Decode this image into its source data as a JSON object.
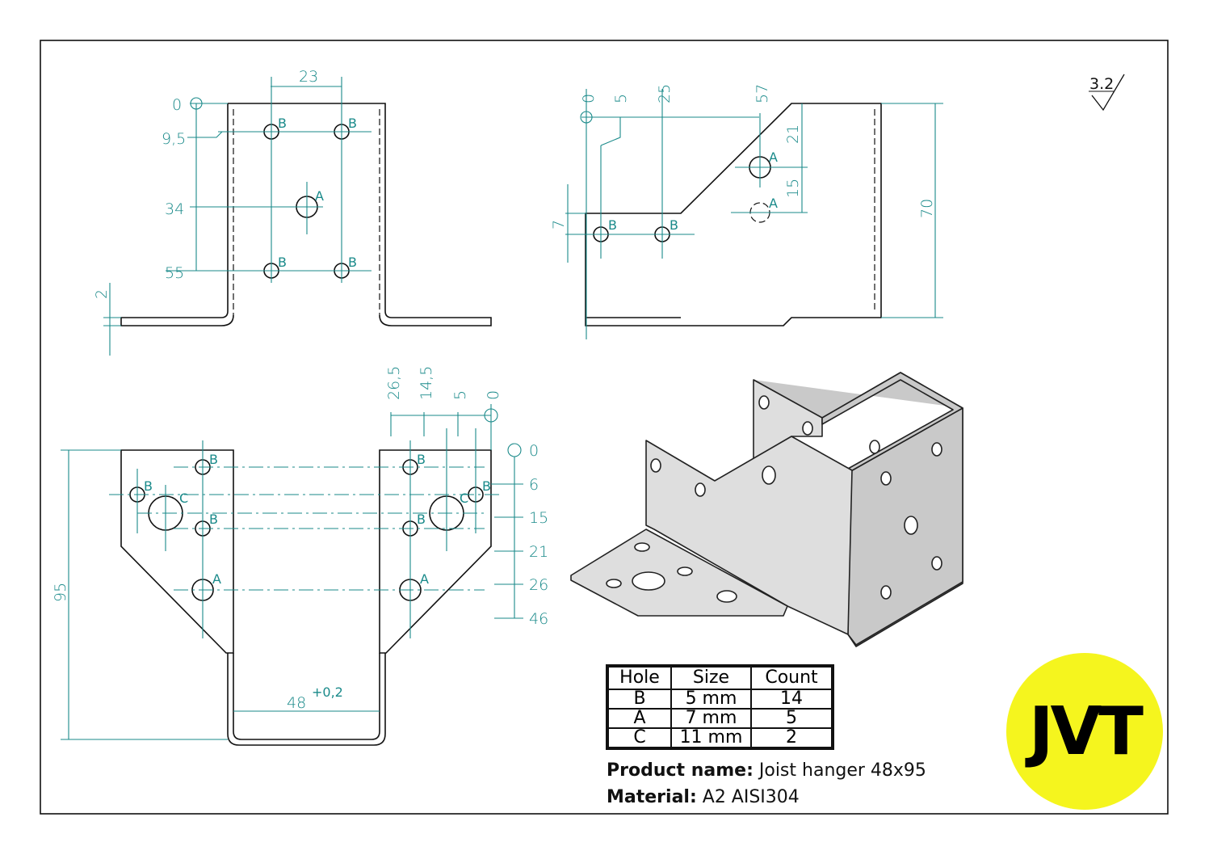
{
  "colors": {
    "dimension": "#1a8a8a",
    "logo_bg": "#f5f51e",
    "outline": "#111111",
    "part_fill": "#c9c9c9"
  },
  "surface_finish": "3.2",
  "front_view": {
    "dim_width": "23",
    "vertical_dims": [
      "0",
      "9,5",
      "34",
      "55"
    ],
    "thickness": "2",
    "holes": [
      "B",
      "B",
      "A",
      "B",
      "B"
    ]
  },
  "side_view": {
    "top_dims": [
      "0",
      "5",
      "25",
      "57"
    ],
    "right_dims": [
      "21",
      "15"
    ],
    "height": "70",
    "left_dim": "7",
    "holes": [
      "B",
      "B",
      "A",
      "A"
    ]
  },
  "flat_view": {
    "top_dims": [
      "26,5",
      "14,5",
      "5",
      "0"
    ],
    "right_dims": [
      "0",
      "6",
      "15",
      "21",
      "26",
      "46"
    ],
    "height": "95",
    "width": "48",
    "width_tolerance": "+0,2",
    "holes_left": [
      "B",
      "B",
      "C",
      "B",
      "A"
    ],
    "holes_right": [
      "B",
      "B",
      "C",
      "B",
      "A"
    ]
  },
  "hole_table": {
    "headers": [
      "Hole",
      "Size",
      "Count"
    ],
    "rows": [
      [
        "B",
        "5 mm",
        "14"
      ],
      [
        "A",
        "7 mm",
        "5"
      ],
      [
        "C",
        "11 mm",
        "2"
      ]
    ]
  },
  "product": {
    "name_label": "Product name:",
    "name": "Joist hanger 48x95",
    "material_label": "Material:",
    "material": "A2 AISI304"
  },
  "logo": {
    "text": "JVT"
  }
}
